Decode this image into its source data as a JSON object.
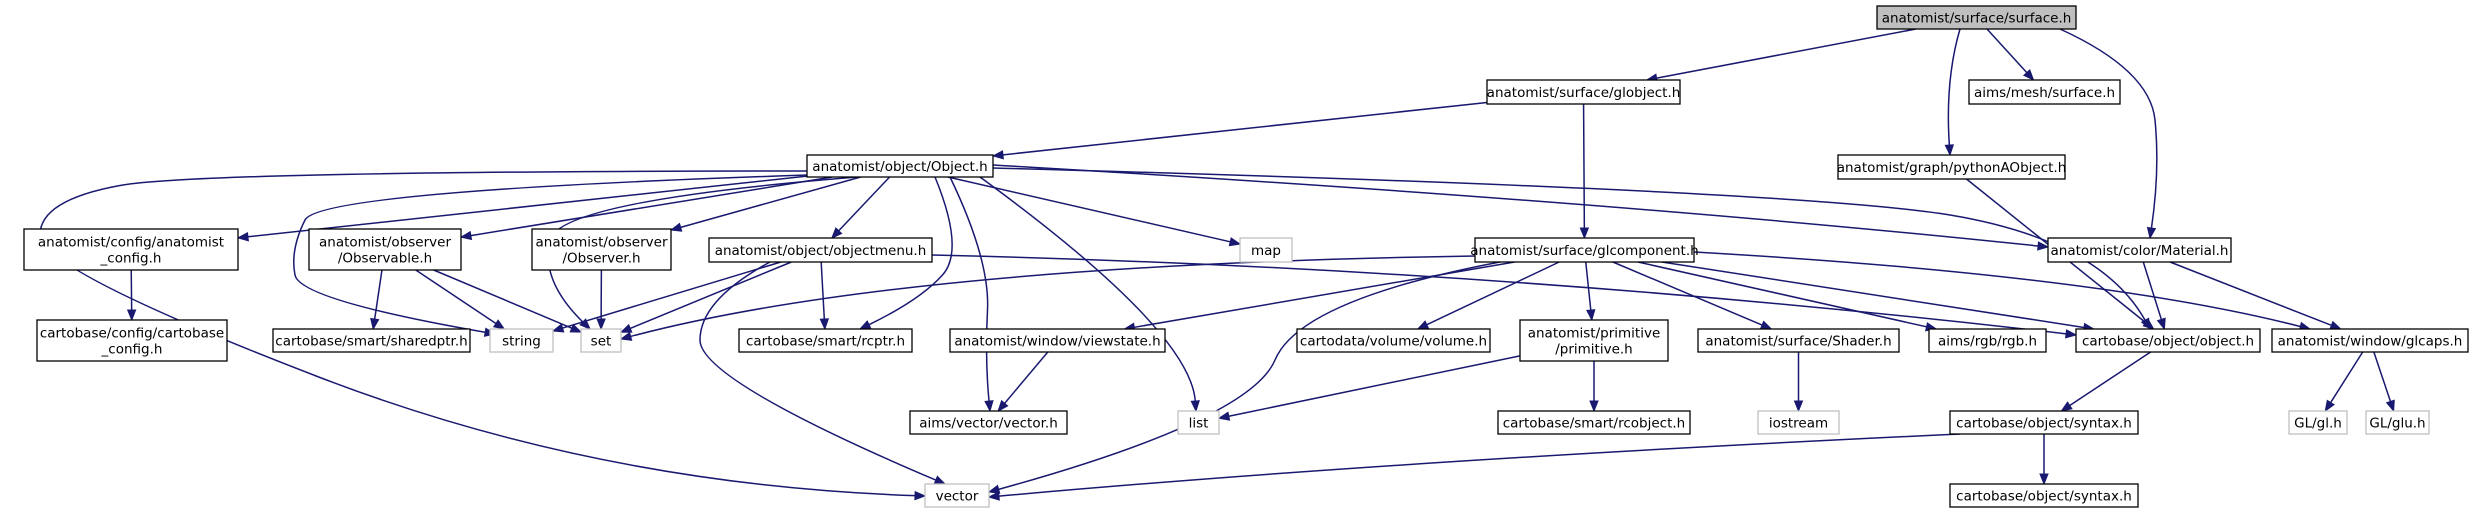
{
  "graph": {
    "nodes": [
      {
        "id": "surface_h",
        "lines": [
          "anatomist/surface/surface.h"
        ],
        "style": "root"
      },
      {
        "id": "globject_h",
        "lines": [
          "anatomist/surface/globject.h"
        ],
        "style": "black"
      },
      {
        "id": "aims_surface_h",
        "lines": [
          "aims/mesh/surface.h"
        ],
        "style": "black"
      },
      {
        "id": "pythonAObject_h",
        "lines": [
          "anatomist/graph/pythonAObject.h"
        ],
        "style": "black"
      },
      {
        "id": "object_Object_h",
        "lines": [
          "anatomist/object/Object.h"
        ],
        "style": "black"
      },
      {
        "id": "glcomponent_h",
        "lines": [
          "anatomist/surface/glcomponent.h"
        ],
        "style": "black"
      },
      {
        "id": "Material_h",
        "lines": [
          "anatomist/color/Material.h"
        ],
        "style": "black"
      },
      {
        "id": "config_h",
        "lines": [
          "anatomist/config/anatomist",
          "_config.h"
        ],
        "style": "black"
      },
      {
        "id": "Observable_h",
        "lines": [
          "anatomist/observer",
          "/Observable.h"
        ],
        "style": "black"
      },
      {
        "id": "Observer_h",
        "lines": [
          "anatomist/observer",
          "/Observer.h"
        ],
        "style": "black"
      },
      {
        "id": "objectmenu_h",
        "lines": [
          "anatomist/object/objectmenu.h"
        ],
        "style": "black"
      },
      {
        "id": "map",
        "lines": [
          "map"
        ],
        "style": "gray"
      },
      {
        "id": "cb_config_h",
        "lines": [
          "cartobase/config/cartobase",
          "_config.h"
        ],
        "style": "black"
      },
      {
        "id": "sharedptr_h",
        "lines": [
          "cartobase/smart/sharedptr.h"
        ],
        "style": "black"
      },
      {
        "id": "string",
        "lines": [
          "string"
        ],
        "style": "gray"
      },
      {
        "id": "set",
        "lines": [
          "set"
        ],
        "style": "gray"
      },
      {
        "id": "rcptr_h",
        "lines": [
          "cartobase/smart/rcptr.h"
        ],
        "style": "black"
      },
      {
        "id": "viewstate_h",
        "lines": [
          "anatomist/window/viewstate.h"
        ],
        "style": "black"
      },
      {
        "id": "volume_h",
        "lines": [
          "cartodata/volume/volume.h"
        ],
        "style": "black"
      },
      {
        "id": "primitive_h",
        "lines": [
          "anatomist/primitive",
          "/primitive.h"
        ],
        "style": "black"
      },
      {
        "id": "Shader_h",
        "lines": [
          "anatomist/surface/Shader.h"
        ],
        "style": "black"
      },
      {
        "id": "rgb_h",
        "lines": [
          "aims/rgb/rgb.h"
        ],
        "style": "black"
      },
      {
        "id": "cb_object_h",
        "lines": [
          "cartobase/object/object.h"
        ],
        "style": "black"
      },
      {
        "id": "glcaps_h",
        "lines": [
          "anatomist/window/glcaps.h"
        ],
        "style": "black"
      },
      {
        "id": "aims_vector_h",
        "lines": [
          "aims/vector/vector.h"
        ],
        "style": "black"
      },
      {
        "id": "list",
        "lines": [
          "list"
        ],
        "style": "gray"
      },
      {
        "id": "rcobject_h",
        "lines": [
          "cartobase/smart/rcobject.h"
        ],
        "style": "black"
      },
      {
        "id": "iostream",
        "lines": [
          "iostream"
        ],
        "style": "gray"
      },
      {
        "id": "syntax_h_1",
        "lines": [
          "cartobase/object/syntax.h"
        ],
        "style": "black"
      },
      {
        "id": "gl_h",
        "lines": [
          "GL/gl.h"
        ],
        "style": "gray"
      },
      {
        "id": "glu_h",
        "lines": [
          "GL/glu.h"
        ],
        "style": "gray"
      },
      {
        "id": "vector",
        "lines": [
          "vector"
        ],
        "style": "gray"
      },
      {
        "id": "syntax_h_2",
        "lines": [
          "cartobase/object/syntax.h"
        ],
        "style": "black"
      }
    ],
    "edges": [
      [
        "surface_h",
        "globject_h"
      ],
      [
        "surface_h",
        "aims_surface_h"
      ],
      [
        "surface_h",
        "pythonAObject_h"
      ],
      [
        "surface_h",
        "Material_h"
      ],
      [
        "globject_h",
        "object_Object_h"
      ],
      [
        "globject_h",
        "glcomponent_h"
      ],
      [
        "pythonAObject_h",
        "cb_object_h"
      ],
      [
        "object_Object_h",
        "config_h"
      ],
      [
        "object_Object_h",
        "Observable_h"
      ],
      [
        "object_Object_h",
        "Observer_h"
      ],
      [
        "object_Object_h",
        "objectmenu_h"
      ],
      [
        "object_Object_h",
        "map"
      ],
      [
        "object_Object_h",
        "Material_h"
      ],
      [
        "object_Object_h",
        "string"
      ],
      [
        "object_Object_h",
        "set"
      ],
      [
        "object_Object_h",
        "rcptr_h"
      ],
      [
        "object_Object_h",
        "aims_vector_h"
      ],
      [
        "object_Object_h",
        "list"
      ],
      [
        "object_Object_h",
        "vector"
      ],
      [
        "object_Object_h",
        "cb_object_h"
      ],
      [
        "config_h",
        "cb_config_h"
      ],
      [
        "Observable_h",
        "sharedptr_h"
      ],
      [
        "Observable_h",
        "string"
      ],
      [
        "Observable_h",
        "set"
      ],
      [
        "Observer_h",
        "set"
      ],
      [
        "objectmenu_h",
        "string"
      ],
      [
        "objectmenu_h",
        "set"
      ],
      [
        "objectmenu_h",
        "rcptr_h"
      ],
      [
        "objectmenu_h",
        "vector"
      ],
      [
        "objectmenu_h",
        "cb_object_h"
      ],
      [
        "glcomponent_h",
        "set"
      ],
      [
        "glcomponent_h",
        "viewstate_h"
      ],
      [
        "glcomponent_h",
        "volume_h"
      ],
      [
        "glcomponent_h",
        "primitive_h"
      ],
      [
        "glcomponent_h",
        "Shader_h"
      ],
      [
        "glcomponent_h",
        "rgb_h"
      ],
      [
        "glcomponent_h",
        "cb_object_h"
      ],
      [
        "glcomponent_h",
        "glcaps_h"
      ],
      [
        "glcomponent_h",
        "vector"
      ],
      [
        "Material_h",
        "cb_object_h"
      ],
      [
        "Material_h",
        "glcaps_h"
      ],
      [
        "viewstate_h",
        "aims_vector_h"
      ],
      [
        "primitive_h",
        "list"
      ],
      [
        "primitive_h",
        "rcobject_h"
      ],
      [
        "Shader_h",
        "iostream"
      ],
      [
        "cb_object_h",
        "syntax_h_1"
      ],
      [
        "glcaps_h",
        "gl_h"
      ],
      [
        "glcaps_h",
        "glu_h"
      ],
      [
        "syntax_h_1",
        "syntax_h_2"
      ],
      [
        "syntax_h_1",
        "vector"
      ]
    ]
  }
}
